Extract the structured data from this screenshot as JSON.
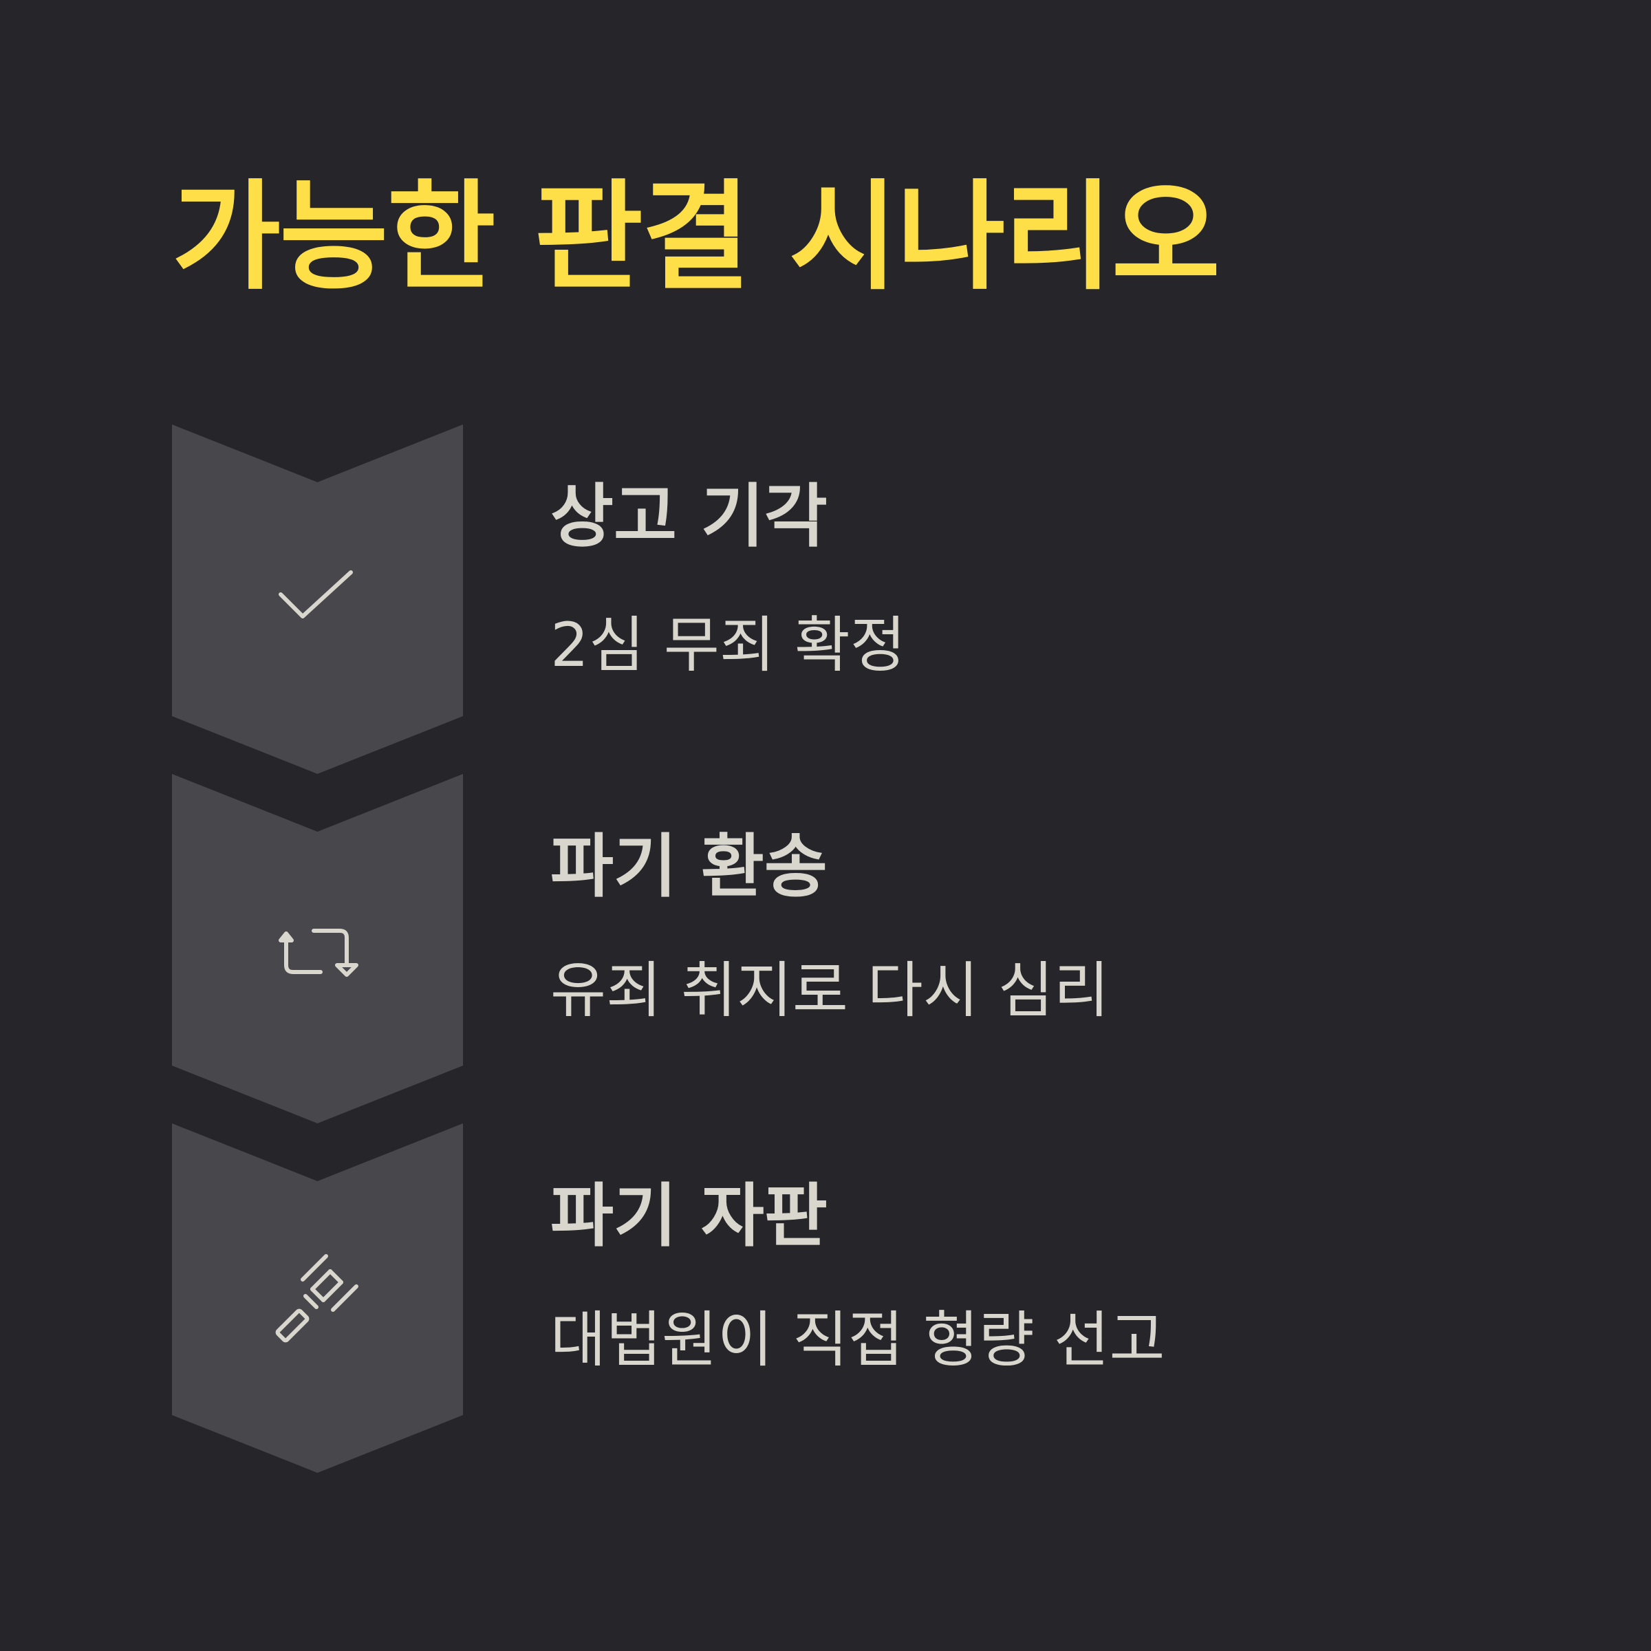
{
  "title": "가능한 판결 시나리오",
  "colors": {
    "background": "#25252a",
    "accent": "#fedf48",
    "chevron": "#48474c",
    "text": "#d8d6cd"
  },
  "steps": [
    {
      "title": "상고 기각",
      "description": "2심 무죄 확정",
      "icon": "checkmark-icon"
    },
    {
      "title": "파기 환송",
      "description": "유죄 취지로 다시 심리",
      "icon": "repeat-arrows-icon"
    },
    {
      "title": "파기 자판",
      "description": "대법원이 직접 형량 선고",
      "icon": "gavel-icon"
    }
  ]
}
